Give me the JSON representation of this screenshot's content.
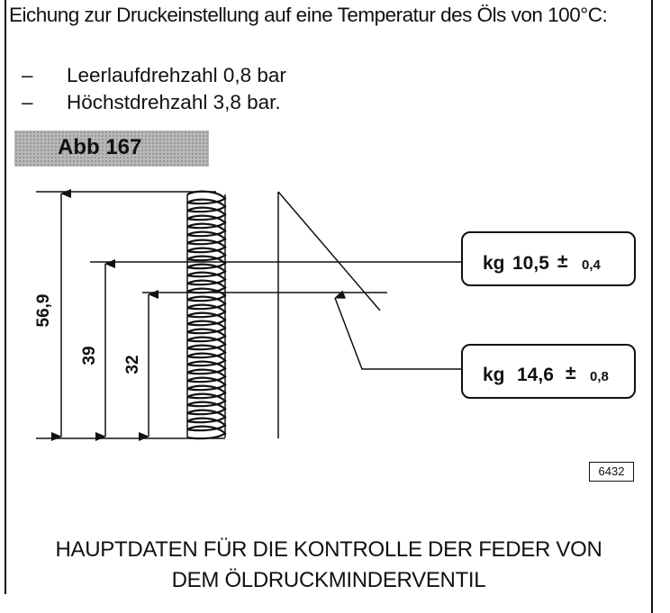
{
  "intro": {
    "text": "Eichung zur Druckeinstellung auf eine Temperatur des Öls von 100°C:",
    "items": [
      {
        "dash": "–",
        "text": "Leerlaufdrehzahl 0,8 bar"
      },
      {
        "dash": "–",
        "text": "Höchstdrehzahl 3,8 bar."
      }
    ]
  },
  "figure": {
    "label": "Abb 167",
    "dimensions": {
      "total": "56,9",
      "first": "39",
      "second": "32"
    },
    "loads": [
      {
        "prefix": "kg",
        "value": "10,5",
        "pm": "±",
        "tol": "0,4"
      },
      {
        "prefix": "kg",
        "value": "14,6",
        "pm": "±",
        "tol": "0,8"
      }
    ],
    "ref_number": "6432"
  },
  "caption": {
    "line1": "HAUPTDATEN FÜR DIE KONTROLLE DER FEDER VON",
    "line2": "DEM ÖLDRUCKMINDERVENTIL"
  }
}
